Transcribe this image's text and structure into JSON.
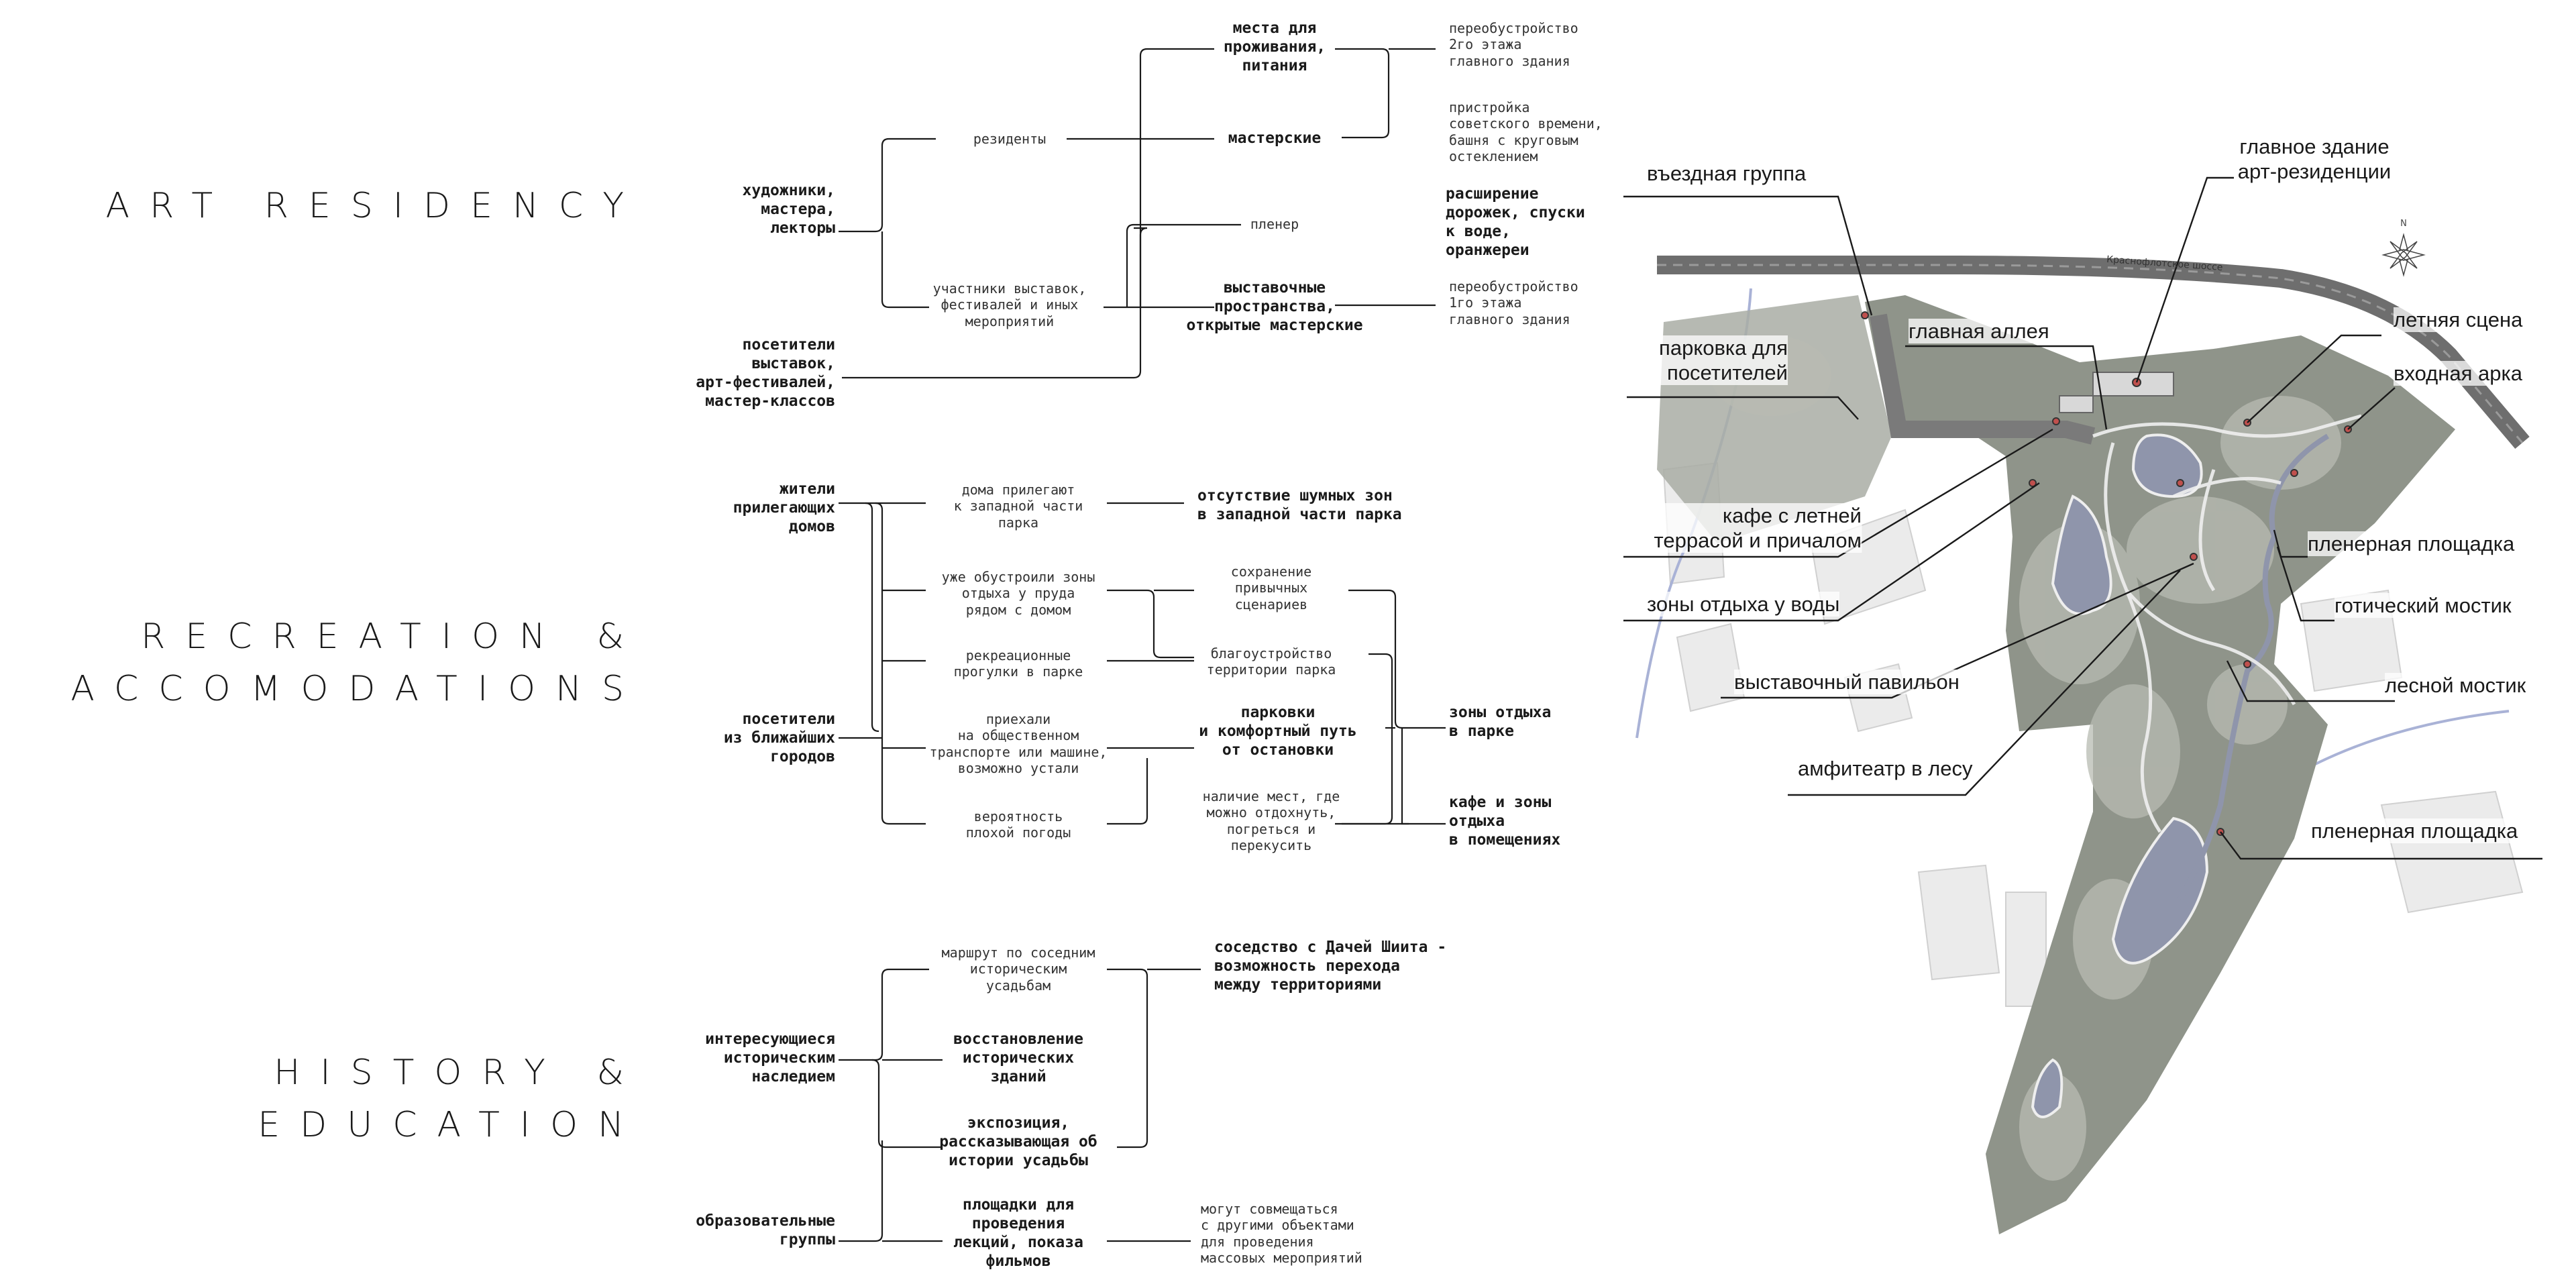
{
  "sections": {
    "art_residency": {
      "title": "ART RESIDENCY",
      "groups": {
        "artists": "художники,\nмастера,\nлекторы",
        "visitors": "посетители\nвыставок,\nарт-фестивалей,\nмастер-классов"
      },
      "scenarios": {
        "residents": "резиденты",
        "participants": "участники выставок,\nфестивалей и иных\nмероприятий",
        "plein_air": "пленер"
      },
      "needs": {
        "living": "места для\nпроживания,\nпитания",
        "workshops": "мастерские",
        "paths": "расширение\nдорожек, спуски\nк воде,\nоранжереи",
        "exhibition": "выставочные\nпространства,\nоткрытые мастерские"
      },
      "solutions": {
        "floor2": "переобустройство\n2го этажа\nглавного здания",
        "soviet": "пристройка\nсоветского времени,\nбашня с круговым\nостеклением",
        "floor1": "переобустройство\n1го этажа\nглавного здания"
      }
    },
    "recreation": {
      "title": "RECREATION &\nACCOMODATIONS",
      "groups": {
        "residents": "жители\nприлегающих\nдомов",
        "visitors": "посетители\nиз ближайших\nгородов"
      },
      "scenarios": {
        "houses": "дома прилегают\nк западной части\nпарка",
        "pond": "уже обустроили зоны\nотдыха у пруда\nрядом с домом",
        "walks": "рекреационные\nпрогулки в парке",
        "transport": "приехали\nна общественном\nтранспорте или машине,\nвозможно устали",
        "weather": "вероятность\nплохой погоды"
      },
      "mid": {
        "noise": "отсутствие шумных зон\nв западной части парка",
        "habits": "сохранение\nпривычных\nсценариев",
        "improve": "благоустройство\nтерритории парка",
        "parking": "парковки\nи комфортный путь\nот остановки",
        "rest": "наличие мест, где\nможно отдохнуть,\nпогреться и\nперекусить"
      },
      "results": {
        "zones": "зоны отдыха\nв парке",
        "cafe": "кафе и зоны\nотдыха\nв помещениях"
      }
    },
    "history": {
      "title": "HISTORY &\nEDUCATION",
      "groups": {
        "heritage": "интересующиеся\nисторическим\nнаследием",
        "education": "образовательные\nгруппы"
      },
      "items": {
        "route": "маршрут по соседним\nисторическим\nусадьбам",
        "restore": "восстановление\nисторических\nзданий",
        "exposition": "экспозиция,\nрассказывающая об\nистории усадьбы",
        "lectures": "площадки для\nпроведения\nлекций, показа\nфильмов"
      },
      "results": {
        "neighbour": "соседство с Дачей Шиита -\nвозможность перехода\nмежду территориями",
        "combine": "могут совмещаться\nс другими объектами\nдля проведения\nмассовых мероприятий"
      }
    }
  },
  "map": {
    "road_name": "Краснофлотское шоссе",
    "labels": {
      "entry_group": "въездная группа",
      "main_building": "главное здание\nарт-резиденции",
      "summer_stage": "летняя сцена",
      "entry_arch": "входная арка",
      "parking": "парковка для\nпосетителей",
      "main_alley": "главная аллея",
      "cafe": "кафе с летней\nтеррасой и причалом",
      "plein_air_1": "пленерная площадка",
      "water_zones": "зоны отдыха у воды",
      "gothic_bridge": "готический мостик",
      "pavilion": "выставочный павильон",
      "forest_bridge": "лесной мостик",
      "amphitheater": "амфитеатр в лесу",
      "plein_air_2": "пленерная площадка"
    },
    "compass_letter": "N",
    "colors": {
      "park": "#8f948a",
      "water": "#8f95ab",
      "road": "#6e6e6e",
      "marker": "#c0504d"
    }
  }
}
